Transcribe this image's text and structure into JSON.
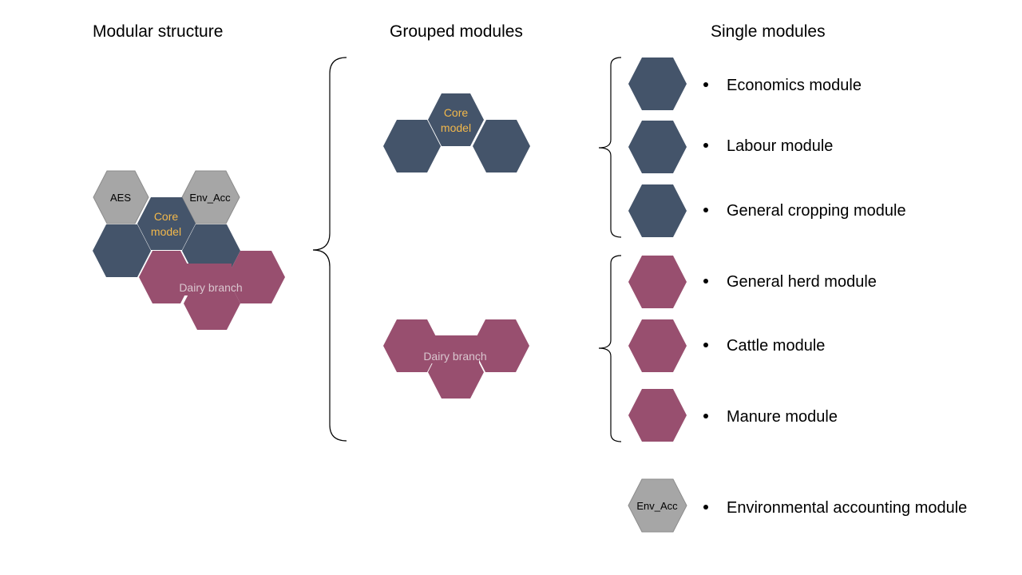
{
  "colors": {
    "core": "#44546A",
    "dairy": "#984F6F",
    "env": "#A6A6A6",
    "core_label": "#F2B84B",
    "dairy_label": "#D9C6CF"
  },
  "headings": {
    "modular_structure": "Modular structure",
    "grouped_modules": "Grouped modules",
    "single_modules": "Single modules"
  },
  "modular": {
    "aes": "AES",
    "env_acc": "Env_Acc",
    "core_line1": "Core",
    "core_line2": "model",
    "dairy": "Dairy branch"
  },
  "grouped": {
    "core_line1": "Core",
    "core_line2": "model",
    "dairy": "Dairy branch"
  },
  "single": {
    "core_group": [
      "Economics module",
      "Labour module",
      "General cropping module"
    ],
    "dairy_group": [
      "General herd module",
      "Cattle module",
      "Manure module"
    ],
    "env_hex_label": "Env_Acc",
    "env_module": "Environmental accounting module"
  }
}
